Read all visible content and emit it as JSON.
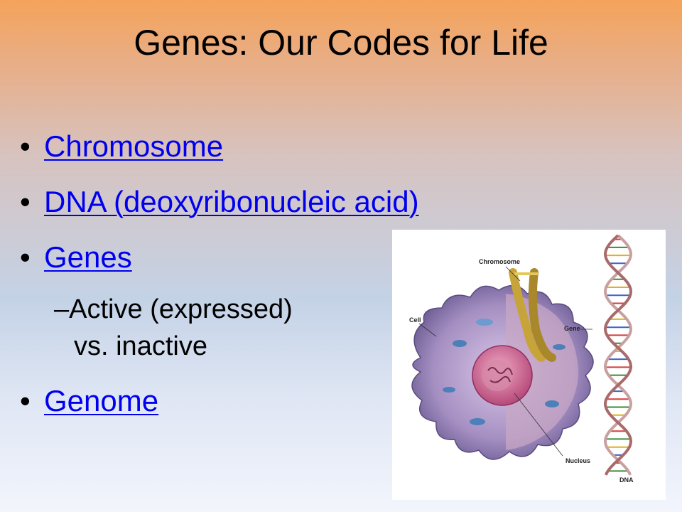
{
  "slide": {
    "title": "Genes: Our Codes for Life",
    "bullets": [
      {
        "label": "Chromosome"
      },
      {
        "label": "DNA (deoxyribonucleic acid)"
      },
      {
        "label": "Genes"
      },
      {
        "label": "Genome"
      }
    ],
    "sub_bullet": {
      "dash": "–",
      "line1": "Active (expressed)",
      "line2": "vs. inactive"
    },
    "bullet_glyph": "•"
  },
  "figure": {
    "labels": {
      "chromosome": "Chromosome",
      "cell": "Cell",
      "gene": "Gene",
      "nucleus": "Nucleus",
      "dna": "DNA"
    }
  },
  "colors": {
    "link": "#0000ee",
    "bg_top": "#f5a35a",
    "bg_bottom": "#f2f5fc"
  }
}
